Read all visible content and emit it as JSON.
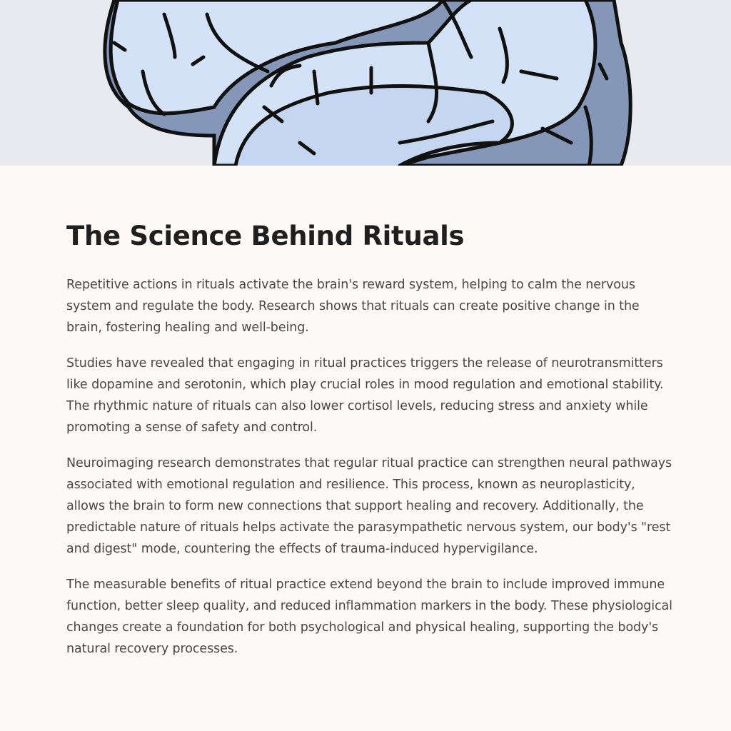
{
  "hero": {
    "image_icon": "brain-illustration"
  },
  "article": {
    "title": "The Science Behind Rituals",
    "paragraphs": [
      "Repetitive actions in rituals activate the brain's reward system, helping to calm the nervous system and regulate the body. Research shows that rituals can create positive change in the brain, fostering healing and well-being.",
      "Studies have revealed that engaging in ritual practices triggers the release of neurotransmitters like dopamine and serotonin, which play crucial roles in mood regulation and emotional stability. The rhythmic nature of rituals can also lower cortisol levels, reducing stress and anxiety while promoting a sense of safety and control.",
      "Neuroimaging research demonstrates that regular ritual practice can strengthen neural pathways associated with emotional regulation and resilience. This process, known as neuroplasticity, allows the brain to form new connections that support healing and recovery. Additionally, the predictable nature of rituals helps activate the parasympathetic nervous system, our body's \"rest and digest\" mode, countering the effects of trauma-induced hypervigilance.",
      "The measurable benefits of ritual practice extend beyond the brain to include improved immune function, better sleep quality, and reduced inflammation markers in the body. These physiological changes create a foundation for both psychological and physical healing, supporting the body's natural recovery processes."
    ]
  },
  "colors": {
    "hero_bg": "#e8eaf0",
    "brain_light": "#d3e2f7",
    "brain_shadow": "#8597b8",
    "page_bg": "#fdf9f7"
  }
}
